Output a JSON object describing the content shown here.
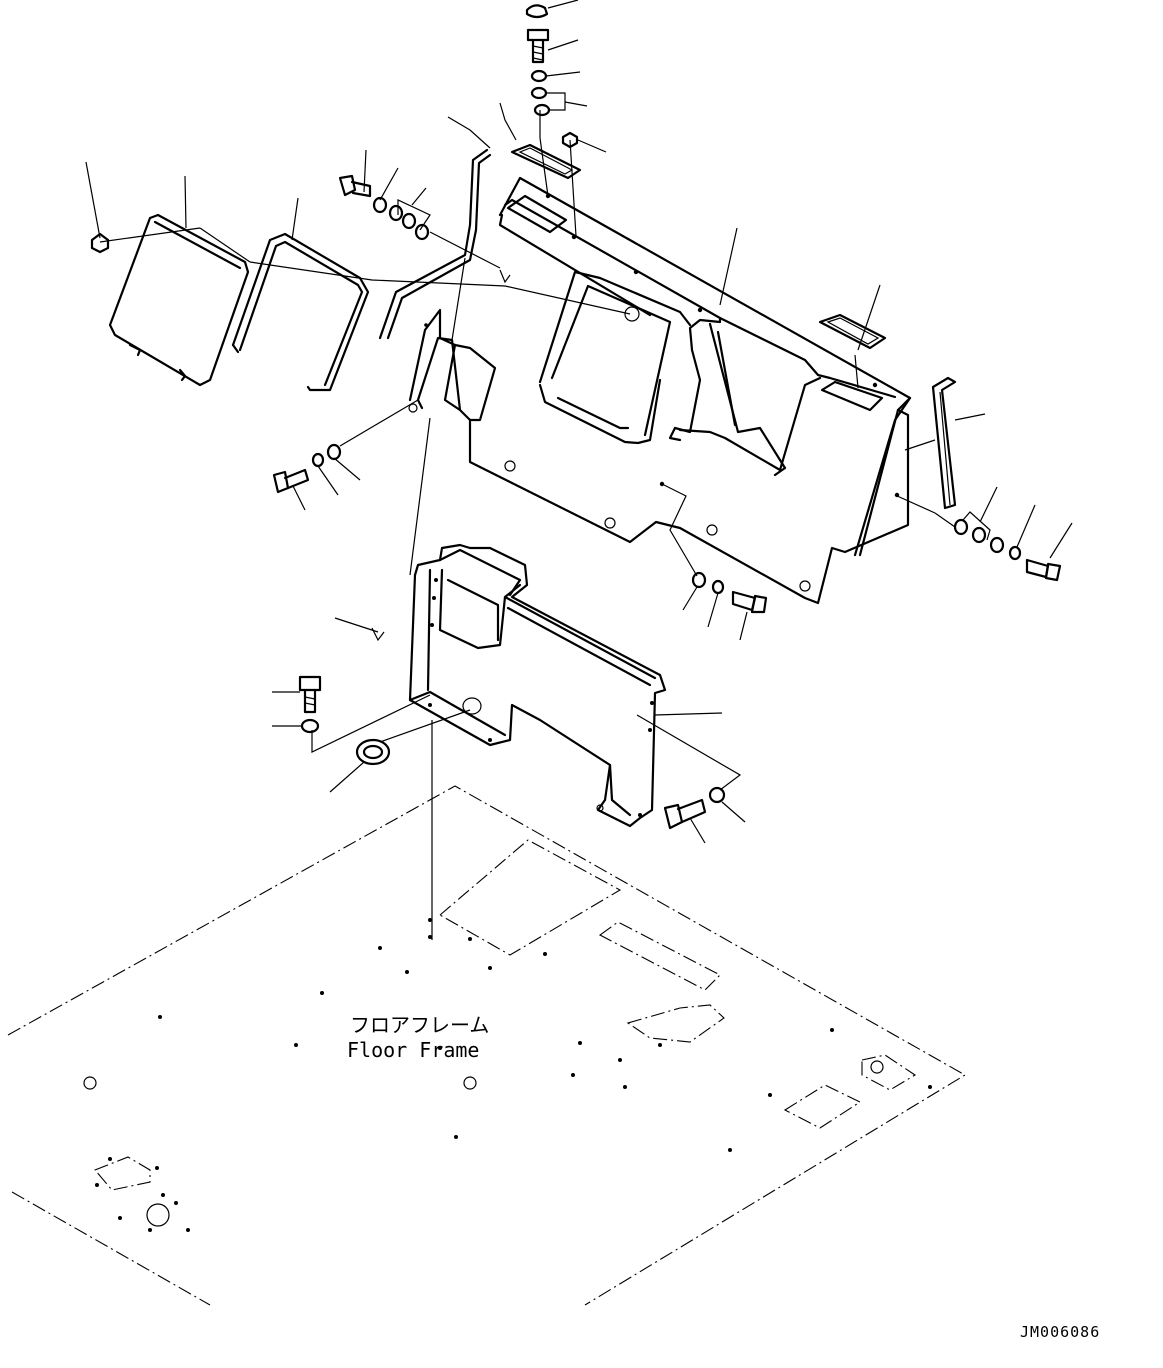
{
  "diagram": {
    "floor_label_jp": "フロアフレーム",
    "floor_label_en": "Floor Frame",
    "drawing_code": "JM006086"
  }
}
